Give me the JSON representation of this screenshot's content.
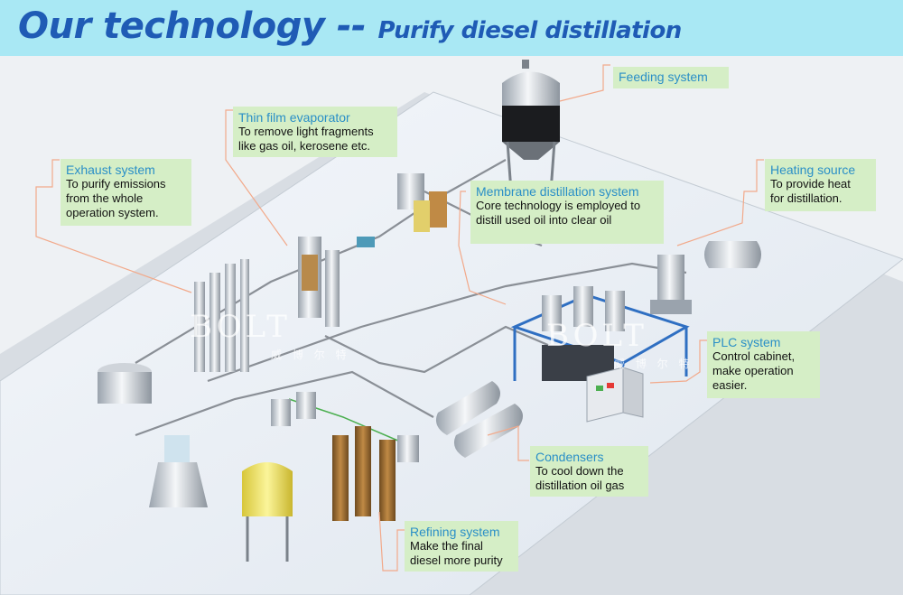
{
  "header": {
    "title_main": "Our technology -- ",
    "title_sub": "Purify diesel distillation",
    "bg_color": "#a9e8f4",
    "title_color": "#1f5bb5"
  },
  "watermark": {
    "brand": "BOLT",
    "cn": "威 博 尔 特"
  },
  "labels": [
    {
      "id": "feeding",
      "title": "Feeding system",
      "desc": ""
    },
    {
      "id": "thin-film",
      "title": "Thin film evaporator",
      "desc": "To remove light fragments\nlike gas oil, kerosene etc."
    },
    {
      "id": "exhaust",
      "title": "Exhaust system",
      "desc": "To purify emissions\nfrom the whole\noperation system."
    },
    {
      "id": "membrane",
      "title": "Membrane distillation system",
      "desc": "Core technology is employed to\ndistill used oil into clear oil"
    },
    {
      "id": "heating",
      "title": "Heating source",
      "desc": "To provide heat\nfor distillation."
    },
    {
      "id": "plc",
      "title": "PLC system",
      "desc": "Control cabinet,\nmake operation\neasier."
    },
    {
      "id": "condensers",
      "title": "Condensers",
      "desc": "To cool down the\ndistillation oil gas"
    },
    {
      "id": "refining",
      "title": "Refining system",
      "desc": "Make the final\ndiesel more purity"
    }
  ],
  "colors": {
    "label_bg": "#d5eec6",
    "label_title": "#2a8fc7",
    "leader": "#f2a98a"
  }
}
